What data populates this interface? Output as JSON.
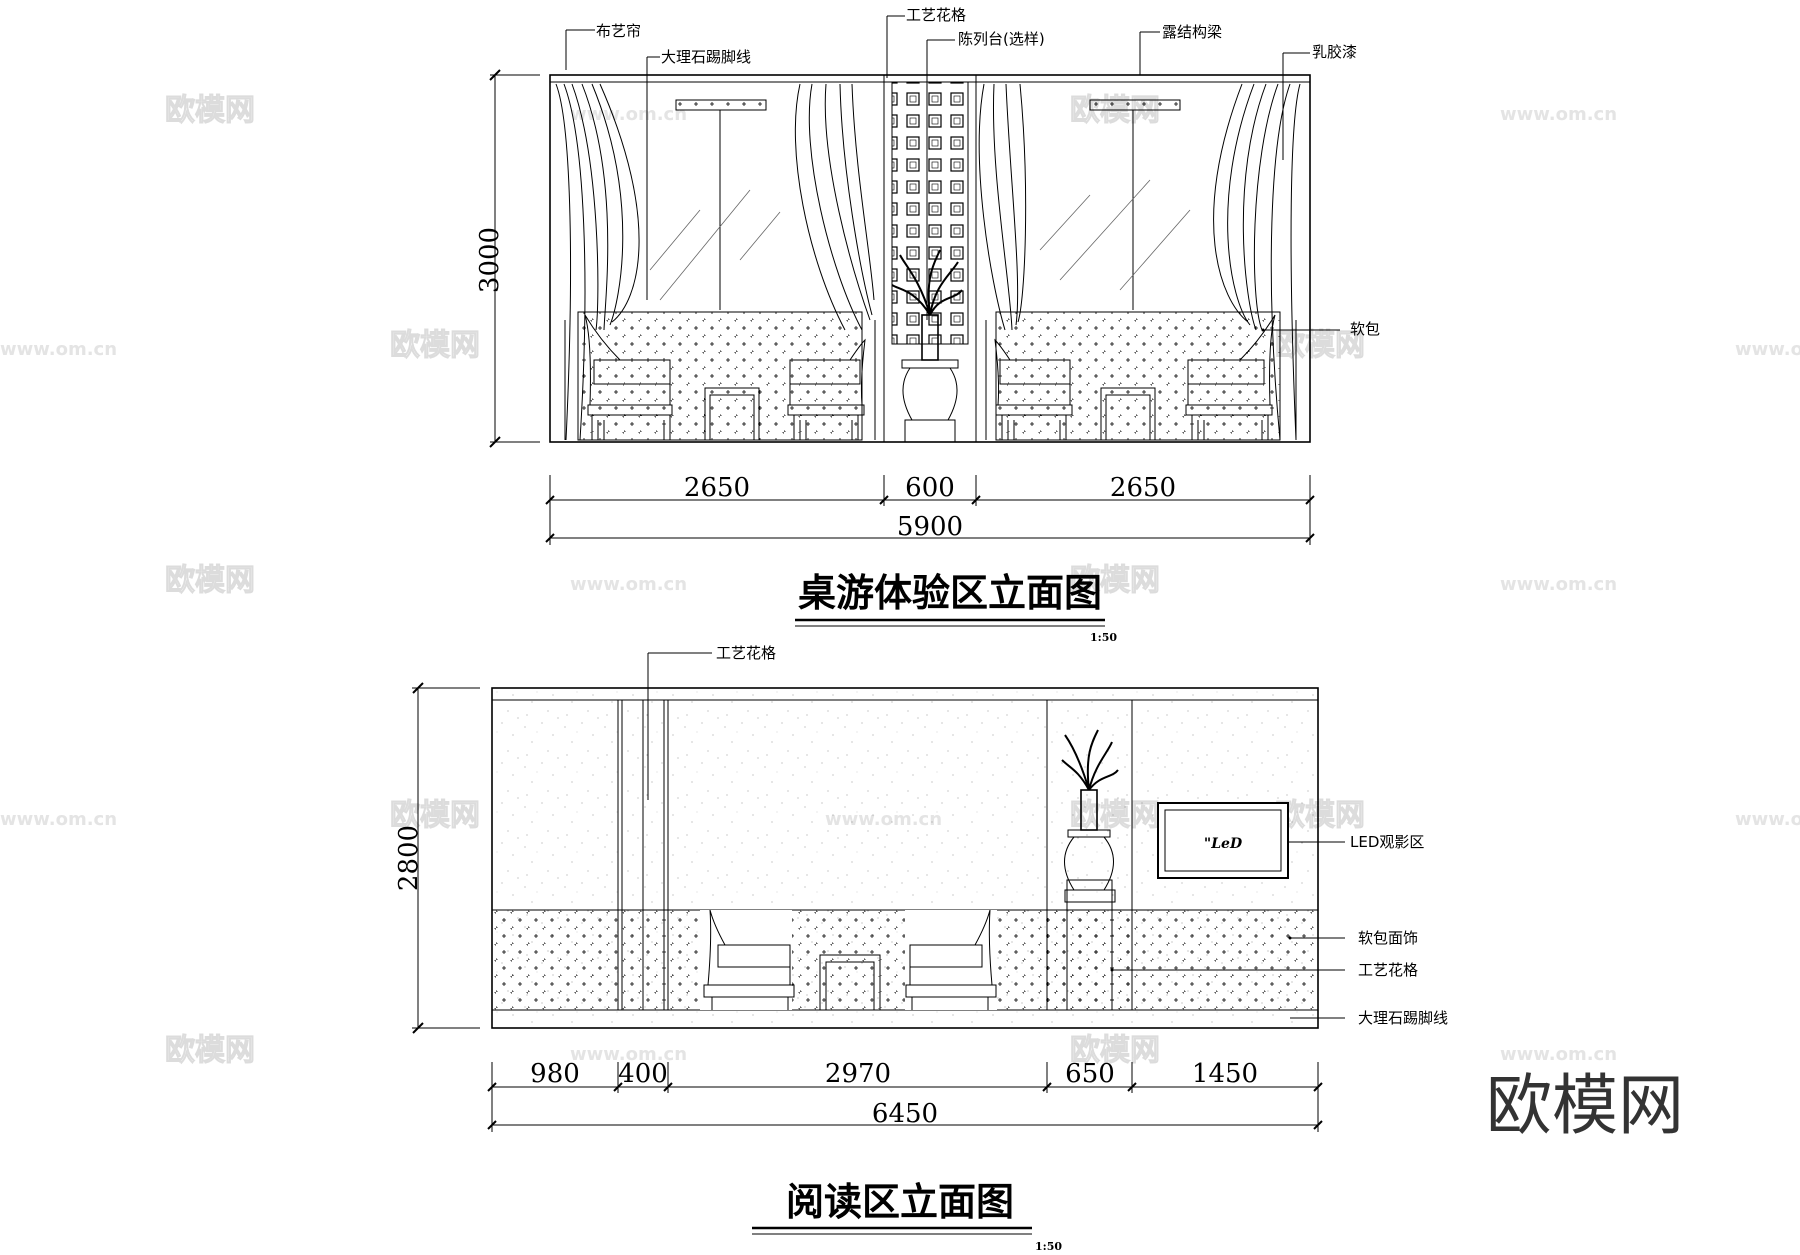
{
  "brand": "欧模网",
  "watermarks": {
    "logo": "欧模网",
    "url": "www.om.cn"
  },
  "elevation_top": {
    "title": "桌游体验区立面图",
    "scale": "1:50",
    "height_dim": "3000",
    "width_dims": [
      "2650",
      "600",
      "2650"
    ],
    "total_dim": "5900",
    "labels": {
      "curtain": "布艺帘",
      "marble_skirting": "大理石踢脚线",
      "lattice": "工艺花格",
      "display_stand": "陈列台(选样)",
      "exposed_beam": "露结构梁",
      "latex_paint": "乳胶漆",
      "soft_pack": "软包"
    }
  },
  "elevation_bottom": {
    "title": "阅读区立面图",
    "scale": "1:50",
    "height_dim": "2800",
    "width_dims": [
      "980",
      "400",
      "2970",
      "650",
      "1450"
    ],
    "total_dim": "6450",
    "tv_text": "\"LeD",
    "labels": {
      "lattice_top": "工艺花格",
      "led_area": "LED观影区",
      "soft_pack_finish": "软包面饰",
      "lattice": "工艺花格",
      "marble_skirting": "大理石踢脚线"
    }
  }
}
